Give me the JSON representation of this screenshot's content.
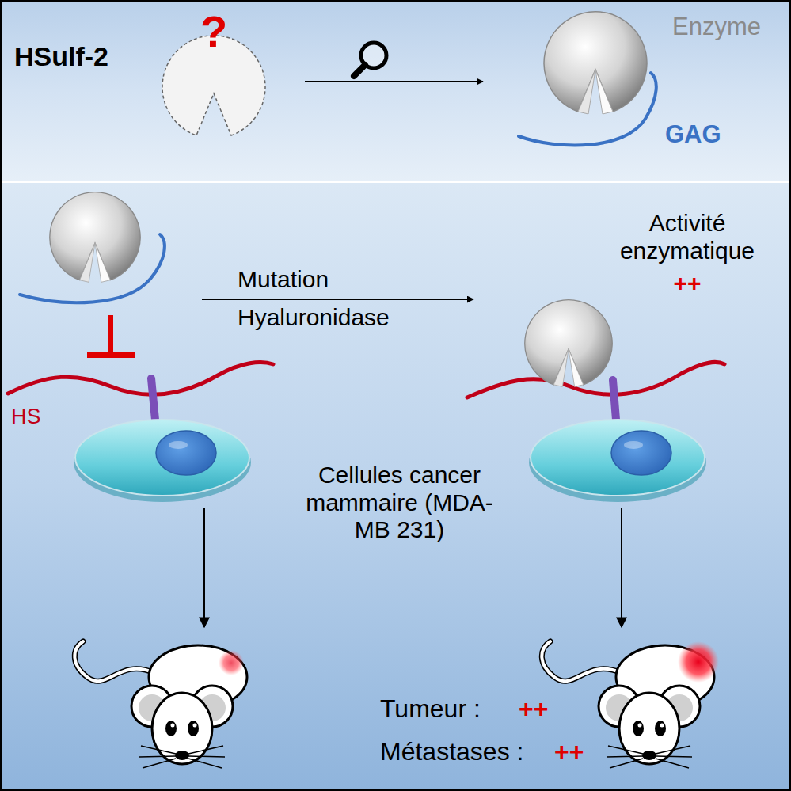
{
  "diagram": {
    "nodes": [
      {
        "text": [
          "HSulf-2",
          "?",
          "Enzyme",
          "GAG"
        ]
      },
      {
        "text": [
          "HS",
          "Mutation Hyaluronidase",
          "Activité enzymatique",
          "++",
          "Cellules cancer mammaire (MDA-MB 231)",
          "Tumeur :",
          "++",
          "Métastases :",
          "++"
        ]
      }
    ]
  }
}
